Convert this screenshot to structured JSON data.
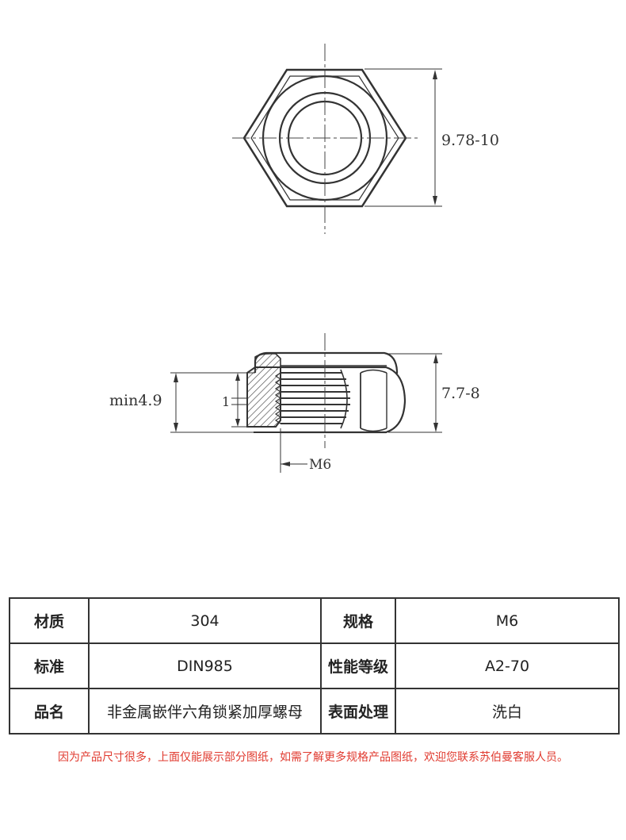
{
  "dimensions": {
    "across_flats": "9.78-10",
    "height": "7.7-8",
    "thread_length": "min4.9",
    "insert_mark": "1",
    "thread_size": "M6"
  },
  "table": {
    "rows": [
      [
        {
          "label": "材质",
          "value": "304"
        },
        {
          "label": "规格",
          "value": "M6"
        }
      ],
      [
        {
          "label": "标准",
          "value": "DIN985"
        },
        {
          "label": "性能等级",
          "value": "A2-70"
        }
      ],
      [
        {
          "label": "品名",
          "value": "非金属嵌伴六角锁紧加厚螺母"
        },
        {
          "label": "表面处理",
          "value": "洗白"
        }
      ]
    ]
  },
  "note": "因为产品尺寸很多，上面仅能展示部分图纸，如需了解更多规格产品图纸，欢迎您联系苏伯曼客服人员。",
  "colors": {
    "line": "#333333",
    "note": "#e03a2f"
  }
}
